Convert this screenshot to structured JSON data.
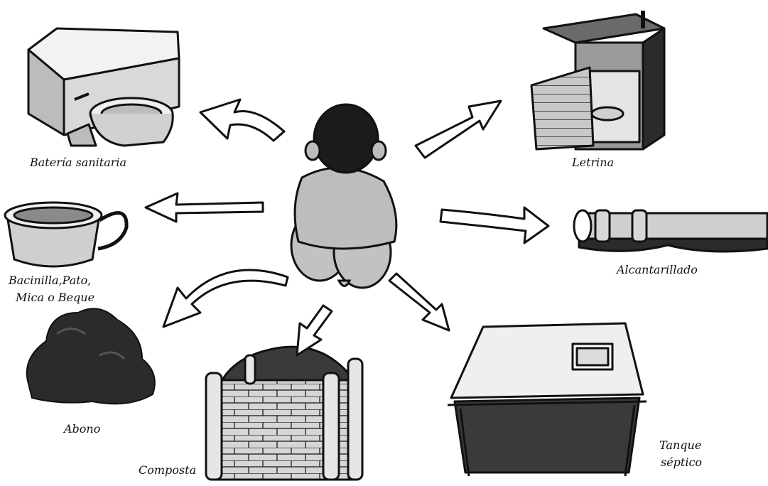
{
  "diagram": {
    "center": "person-squatting",
    "destinations": [
      {
        "id": "bateria",
        "label": "Batería sanitaria",
        "icon": "toilet-icon"
      },
      {
        "id": "letrina",
        "label": "Letrina",
        "icon": "latrine-icon"
      },
      {
        "id": "bacinilla",
        "label_lines": [
          "Bacinilla,Pato,",
          "Mica o Beque"
        ],
        "icon": "chamber-pot-icon"
      },
      {
        "id": "alcantarillado",
        "label": "Alcantarillado",
        "icon": "sewer-pipe-icon"
      },
      {
        "id": "abono",
        "label": "Abono",
        "icon": "manure-pile-icon"
      },
      {
        "id": "composta",
        "label": "Composta",
        "icon": "compost-bin-icon"
      },
      {
        "id": "tanque",
        "label_lines": [
          "Tanque",
          "séptico"
        ],
        "icon": "septic-tank-icon"
      }
    ]
  },
  "colors": {
    "ink": "#111111",
    "gray_fill": "#bdbdbd",
    "dark_fill": "#2b2b2b",
    "light_fill": "#e6e6e6"
  }
}
